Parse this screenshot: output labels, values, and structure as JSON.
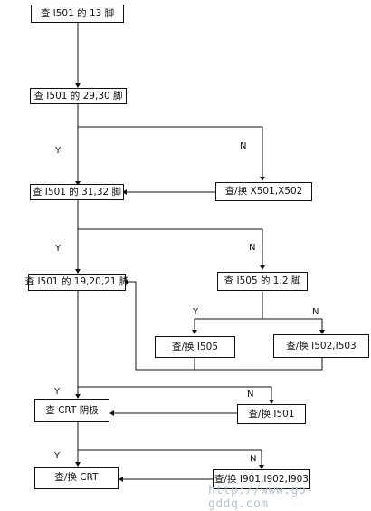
{
  "boxes": {
    "b1": "查 I501 的 13 脚",
    "b2": "查 I501 的 29,30 脚",
    "b3": "查 I501 的 31,32 脚",
    "b4": "查/换 X501,X502",
    "b5": "查 I501 的 19,20,21 脚",
    "b6": "查 I505 的 1,2 脚",
    "b7": "查/换 I505",
    "b8": "查/换 I502,I503",
    "b9": "查 CRT 阴极",
    "b10": "查/换 I501",
    "b11": "查/换 CRT",
    "b12": "查/换 I901,I902,I903"
  },
  "labels": {
    "yes": "Y",
    "no": "N"
  },
  "watermark": "http://www.go-gddq.com"
}
